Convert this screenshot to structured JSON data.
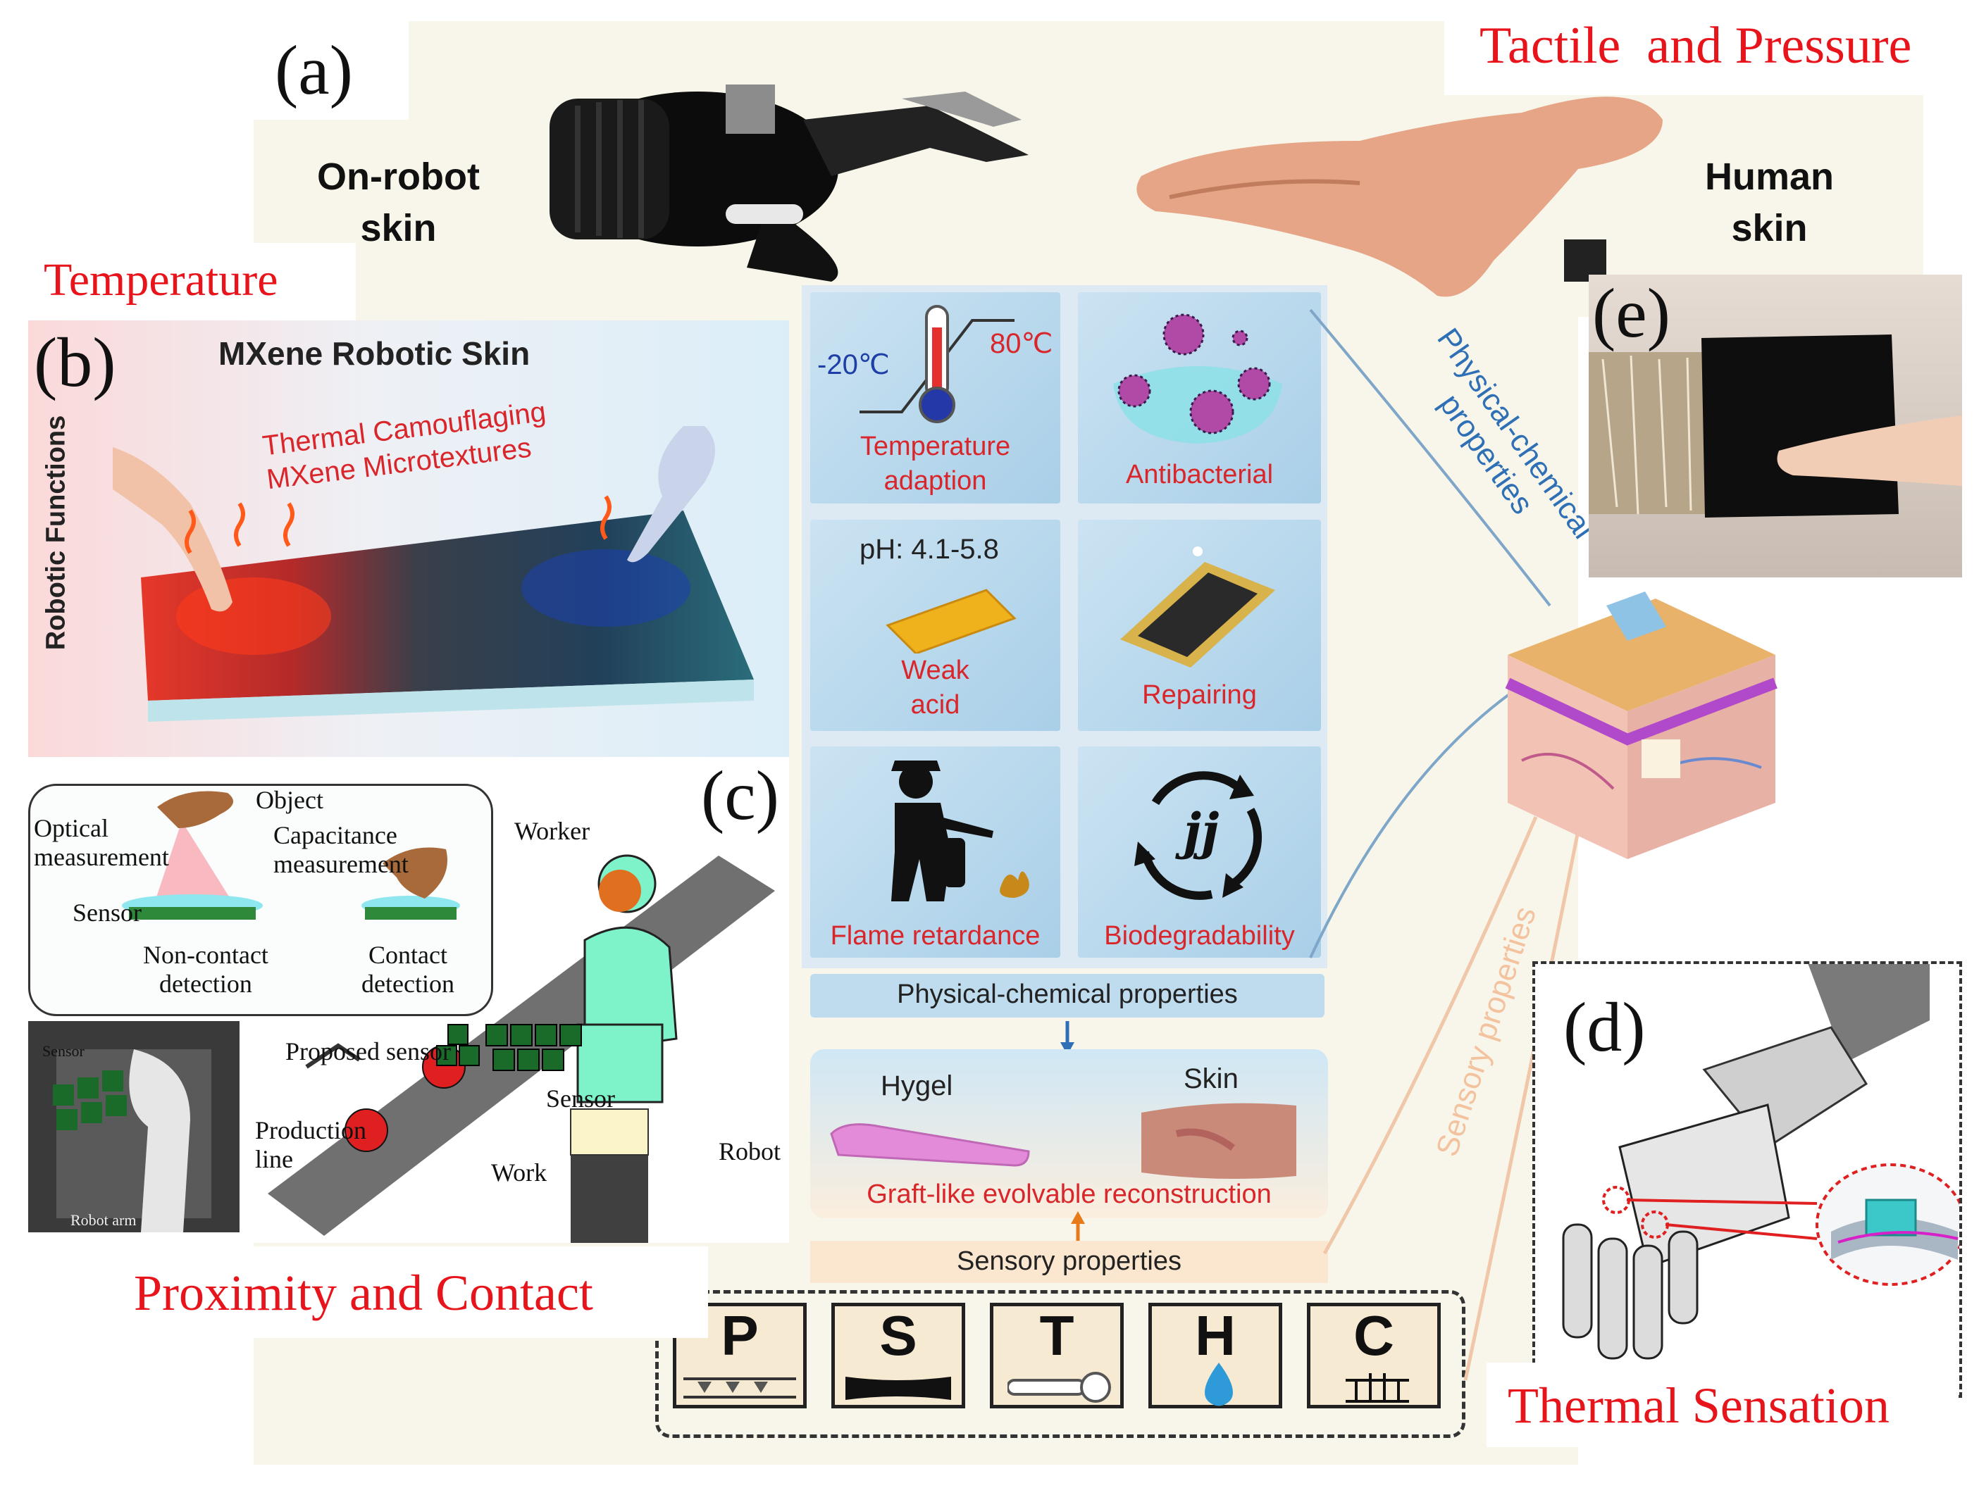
{
  "panels": {
    "a": {
      "letter": "(a)",
      "title": "Tactile  and Pressure",
      "left_label": "On-robot\nskin",
      "right_label": "Human\nskin"
    },
    "b": {
      "letter": "(b)",
      "title": "Temperature",
      "heading": "MXene Robotic Skin",
      "side_label": "Robotic Functions",
      "overlay": "Thermal Camouflaging\nMXene Microtextures"
    },
    "c": {
      "letter": "(c)",
      "title": "Proximity and Contact",
      "inset": {
        "object": "Object",
        "optical": "Optical\nmeasurement",
        "capacitance": "Capacitance\nmeasurement",
        "sensor": "Sensor",
        "non_contact": "Non-contact\ndetection",
        "contact": "Contact\ndetection"
      },
      "worker": "Worker",
      "proposed_sensor": "Proposed sensor",
      "sensor2": "Sensor",
      "production_line": "Production\nline",
      "work": "Work",
      "robot": "Robot",
      "photo_sensor": "Sensor",
      "photo_robot_arm": "Robot arm"
    },
    "d": {
      "letter": "(d)",
      "title": "Thermal Sensation"
    },
    "e": {
      "letter": "(e)"
    }
  },
  "center": {
    "tiles": {
      "temperature": {
        "low": "-20℃",
        "high": "80℃",
        "label": "Temperature\nadaption"
      },
      "antibacterial": {
        "label": "Antibacterial"
      },
      "weak_acid": {
        "ph": "pH: 4.1-5.8",
        "label": "Weak\nacid"
      },
      "repairing": {
        "label": "Repairing"
      },
      "flame": {
        "label": "Flame retardance"
      },
      "biodegradability": {
        "label": "Biodegradability"
      }
    },
    "physchem_bar": "Physical-chemical properties",
    "hygel": "Hygel",
    "skin": "Skin",
    "graft": "Graft-like evolvable reconstruction",
    "sensory_bar": "Sensory properties",
    "sensory_letters": [
      "P",
      "S",
      "T",
      "H",
      "C"
    ],
    "curved_physchem": "Physical-chemical\nproperties",
    "curved_sensory": "Sensory properties"
  },
  "colors": {
    "accent_red": "#e8141b",
    "label_red": "#d9262b",
    "blue_text": "#2e6fb5",
    "tile_blue": "#b6d6ec"
  }
}
